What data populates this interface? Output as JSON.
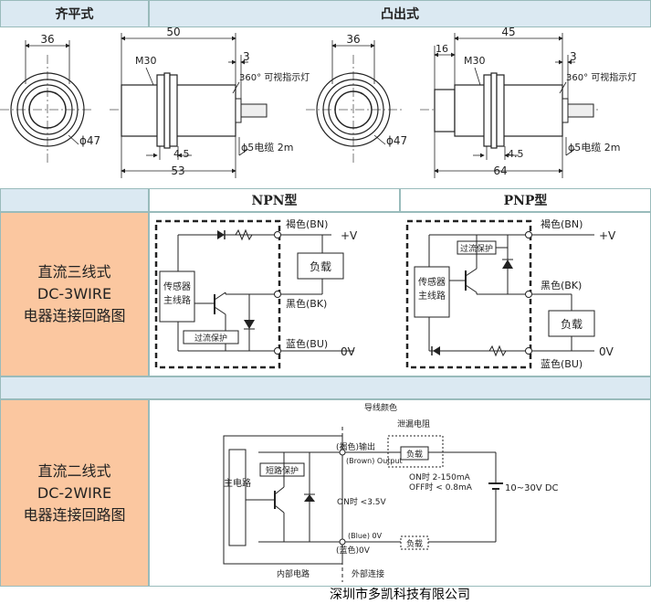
{
  "top": {
    "flush": {
      "title": "齐平式",
      "dim_dia": "36",
      "dim_len": "50",
      "dim_tip": "3",
      "thread": "M30",
      "indicator": "360° 可视指示灯",
      "phi47": "ϕ47",
      "nut": "4.5",
      "cable": "ϕ5电缆 2m",
      "total": "53"
    },
    "protruding": {
      "title": "凸出式",
      "dim_dia": "36",
      "dim_len": "45",
      "dim_tip": "3",
      "dim_head": "16",
      "thread": "M30",
      "indicator": "360° 可视指示灯",
      "phi47": "ϕ47",
      "nut": "4.5",
      "cable": "ϕ5电缆 2m",
      "total": "64"
    }
  },
  "three_wire": {
    "label_lines": [
      "直流三线式",
      "DC-3WIRE",
      "电器连接回路图"
    ],
    "npn": {
      "title": "NPN型",
      "brown": "褐色(BN)",
      "v_plus": "+V",
      "load": "负载",
      "black": "黑色(BK)",
      "blue": "蓝色(BU)",
      "v_zero": "0V",
      "sensor": [
        "传感器",
        "主线路"
      ],
      "protect": "过流保护"
    },
    "pnp": {
      "title": "PNP型",
      "brown": "褐色(BN)",
      "v_plus": "+V",
      "load": "负载",
      "black": "黑色(BK)",
      "blue": "蓝色(BU)",
      "v_zero": "0V",
      "sensor": [
        "传感器",
        "主线路"
      ],
      "protect": "过流保护"
    }
  },
  "two_wire": {
    "label_lines": [
      "直流二线式",
      "DC-2WIRE",
      "电器连接回路图"
    ],
    "wire_color": "导线颜色",
    "leak_res": "泄漏电阻",
    "brown_out": "(褐色)输出",
    "brown_output_en": "(Brown) Output",
    "load": "负载",
    "short_protect": "短路保护",
    "main_circuit": "主电路",
    "on_curr": "ON时 2-150mA",
    "off_curr": "OFF时 < 0.8mA",
    "on_volt": "ON时 <3.5V",
    "supply": "10~30V DC",
    "blue_en": "(Blue) 0V",
    "blue_zh": "(蓝色)0V",
    "load2": "负载",
    "inner": "内部电路",
    "outer": "外部连接"
  },
  "footer": "深圳市多凯科技有限公司",
  "colors": {
    "header_bg": "#dbe9f2",
    "label_bg": "#fbc7a0",
    "band_bg": "#dbe9f2"
  }
}
